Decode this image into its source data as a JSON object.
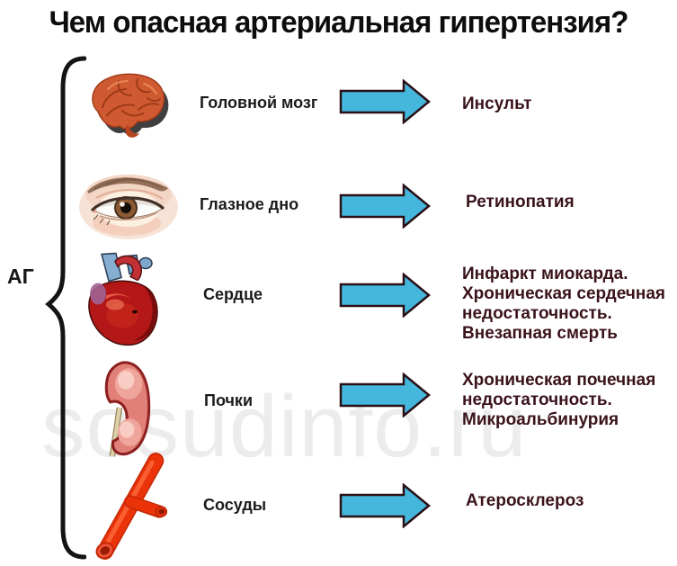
{
  "title": "Чем опасная артериальная гипертензия?",
  "source_label": "АГ",
  "watermark": "sosudinfo.ru",
  "colors": {
    "arrow_fill": "#45b7dc",
    "arrow_stroke": "#2a1016",
    "consequence_text": "#3a131b",
    "label_text": "#1b1b1b",
    "title_text": "#0d0d0d",
    "watermark_text": "#ececec",
    "vessel_red": "#ea3309"
  },
  "rows": [
    {
      "icon": "brain-icon",
      "organ": "Головной мозг",
      "consequence_lines": [
        "Инсульт"
      ]
    },
    {
      "icon": "eye-icon",
      "organ": "Глазное дно",
      "consequence_lines": [
        "Ретинопатия"
      ]
    },
    {
      "icon": "heart-icon",
      "organ": "Сердце",
      "consequence_lines": [
        "Инфаркт миокарда.",
        "Хроническая сердечная",
        "недостаточность.",
        "Внезапная смерть"
      ]
    },
    {
      "icon": "kidney-icon",
      "organ": "Почки",
      "consequence_lines": [
        "Хроническая почечная",
        "недостаточность.",
        "Микроальбинурия"
      ]
    },
    {
      "icon": "vessel-icon",
      "organ": "Сосуды",
      "consequence_lines": [
        "Атеросклероз"
      ]
    }
  ]
}
